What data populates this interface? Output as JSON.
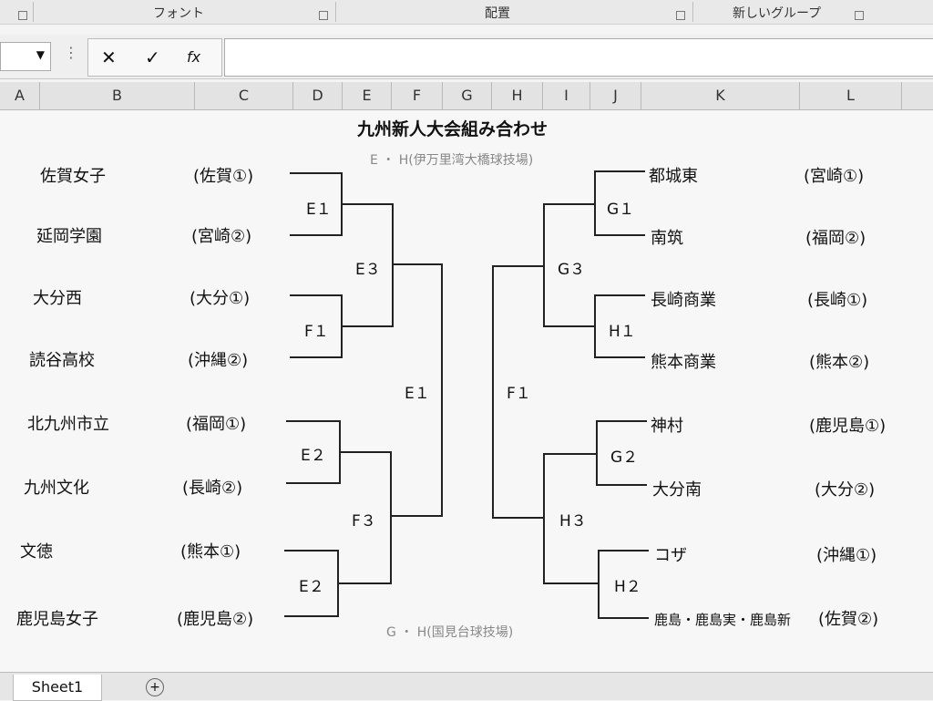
{
  "ribbon": {
    "font_group": "フォント",
    "align_group": "配置",
    "new_group": "新しいグループ"
  },
  "formula_bar": {
    "cancel": "✕",
    "enter": "✓",
    "fx": "fx",
    "name_box": "",
    "formula": ""
  },
  "columns": [
    "A",
    "B",
    "C",
    "D",
    "E",
    "F",
    "G",
    "H",
    "I",
    "J",
    "K",
    "L"
  ],
  "title": "九州新人大会組み合わせ",
  "venue_top": "E ・ H(伊万里湾大橋球技場)",
  "venue_bottom": "G ・ H(国見台球技場)",
  "left_teams": [
    {
      "name": "佐賀女子",
      "pref": "(佐賀①)"
    },
    {
      "name": "延岡学園",
      "pref": "(宮崎②)"
    },
    {
      "name": "大分西",
      "pref": "(大分①)"
    },
    {
      "name": "読谷高校",
      "pref": "(沖縄②)"
    },
    {
      "name": "北九州市立",
      "pref": "(福岡①)"
    },
    {
      "name": "九州文化",
      "pref": "(長崎②)"
    },
    {
      "name": "文徳",
      "pref": "(熊本①)"
    },
    {
      "name": "鹿児島女子",
      "pref": "(鹿児島②)"
    }
  ],
  "right_teams": [
    {
      "name": "都城東",
      "pref": "(宮崎①)"
    },
    {
      "name": "南筑",
      "pref": "(福岡②)"
    },
    {
      "name": "長崎商業",
      "pref": "(長崎①)"
    },
    {
      "name": "熊本商業",
      "pref": "(熊本②)"
    },
    {
      "name": "神村",
      "pref": "(鹿児島①)"
    },
    {
      "name": "大分南",
      "pref": "(大分②)"
    },
    {
      "name": "コザ",
      "pref": "(沖縄①)"
    },
    {
      "name": "鹿島・鹿島実・鹿島新",
      "pref": "(佐賀②)"
    }
  ],
  "matches_left": {
    "r1": [
      "E１",
      "F１",
      "E２",
      "E２"
    ],
    "r2": [
      "E３",
      "F３"
    ],
    "final": "E１"
  },
  "matches_right": {
    "r1": [
      "G１",
      "H１",
      "G２",
      "H２"
    ],
    "r2": [
      "G３",
      "H３"
    ],
    "final": "F１"
  },
  "sheet_tab": "Sheet1",
  "add_sheet": "+"
}
